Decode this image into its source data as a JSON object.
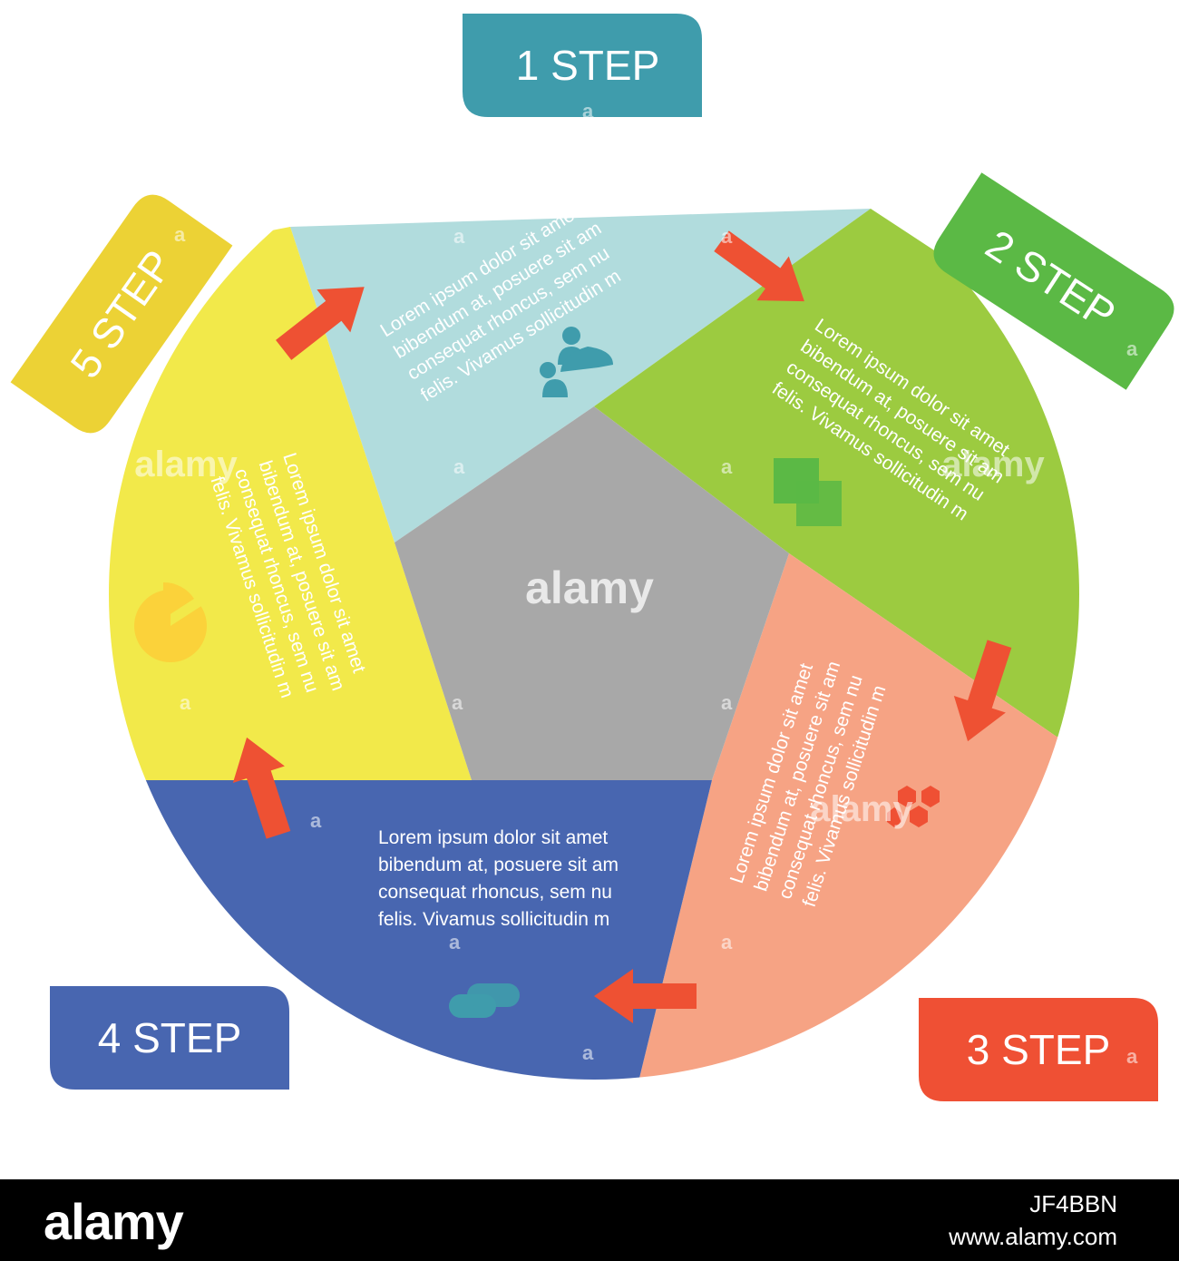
{
  "segments": [
    {
      "id": "step1",
      "label": "1 STEP",
      "fill": "#b1dcdd",
      "badge_color": "#3f9cac",
      "lines": [
        "Lorem ipsum dolor sit amet",
        "bibendum at, posuere sit am",
        "consequat rhoncus, sem nu",
        "felis. Vivamus sollicitudin m"
      ],
      "icon": "people-icon",
      "icon_color": "#3f9cac"
    },
    {
      "id": "step2",
      "label": "2 STEP",
      "fill": "#9ccb40",
      "badge_color": "#5bb945",
      "lines": [
        "Lorem ipsum dolor sit amet",
        "bibendum at, posuere sit am",
        "consequat rhoncus, sem nu",
        "felis. Vivamus sollicitudin m"
      ],
      "icon": "stacked-squares-icon",
      "icon_color": "#5bb945"
    },
    {
      "id": "step3",
      "label": "3 STEP",
      "fill": "#f6a384",
      "badge_color": "#ef5034",
      "lines": [
        "Lorem ipsum dolor sit amet",
        "bibendum at, posuere sit am",
        "consequat rhoncus, sem nu",
        "felis. Vivamus sollicitudin m"
      ],
      "icon": "hexagons-icon",
      "icon_color": "#ef5034"
    },
    {
      "id": "step4",
      "label": "4 STEP",
      "fill": "#4866b0",
      "badge_color": "#4866b0",
      "lines": [
        "Lorem ipsum dolor sit amet",
        "bibendum at, posuere sit am",
        "consequat rhoncus, sem nu",
        "felis. Vivamus sollicitudin m"
      ],
      "icon": "chat-bubbles-icon",
      "icon_color": "#3f9cac"
    },
    {
      "id": "step5",
      "label": "5 STEP",
      "fill": "#f2e94a",
      "badge_color": "#ecd235",
      "lines": [
        "Lorem ipsum dolor sit amet",
        "bibendum at, posuere sit am",
        "consequat rhoncus, sem nu",
        "felis. Vivamus sollicitudin m"
      ],
      "icon": "pie-chart-icon",
      "icon_color": "#fbd23a"
    }
  ],
  "center_color": "#a8a8a8",
  "arrow_color": "#ee5133",
  "watermark": {
    "text": "alamy",
    "small_mark": "a"
  },
  "footer": {
    "logo": "alamy",
    "image_id": "JF4BBN",
    "url": "www.alamy.com"
  }
}
